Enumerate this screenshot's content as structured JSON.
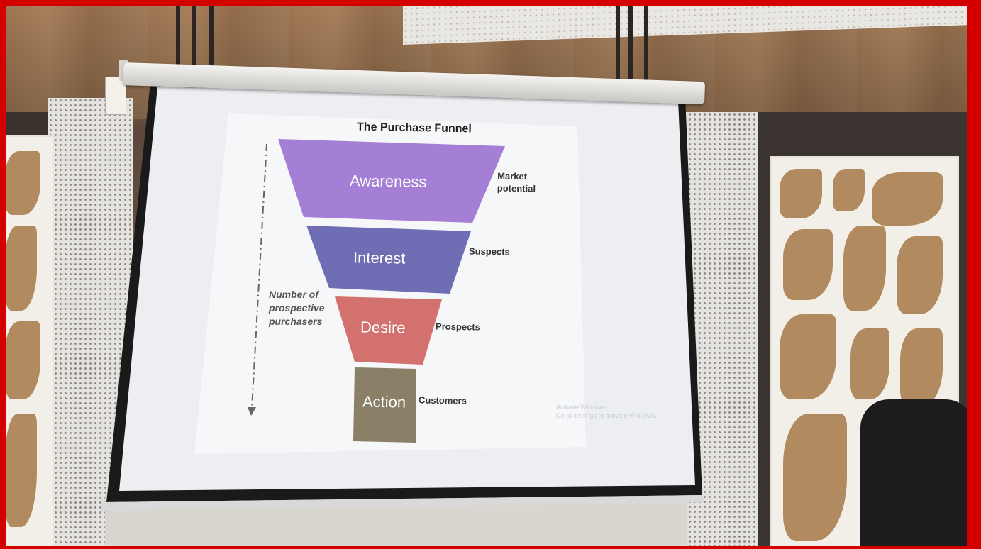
{
  "slide": {
    "title": "The Purchase Funnel",
    "axis_label_lines": [
      "Number of",
      "prospective",
      "purchasers"
    ],
    "stages": [
      {
        "label": "Awareness",
        "side_lines": [
          "Market",
          "potential"
        ],
        "color": "#a57fd6"
      },
      {
        "label": "Interest",
        "side_lines": [
          "Suspects"
        ],
        "color": "#6f6db3"
      },
      {
        "label": "Desire",
        "side_lines": [
          "Prospects"
        ],
        "color": "#d2716e"
      },
      {
        "label": "Action",
        "side_lines": [
          "Customers"
        ],
        "color": "#8a8068"
      }
    ],
    "watermark_lines": [
      "Activate Windows",
      "Go to Settings to activate Windows."
    ]
  },
  "colors": {
    "frame": "#d40000",
    "screen": "#f3f4f6",
    "wood": "#a67c57",
    "panel": "#e4e2de"
  }
}
